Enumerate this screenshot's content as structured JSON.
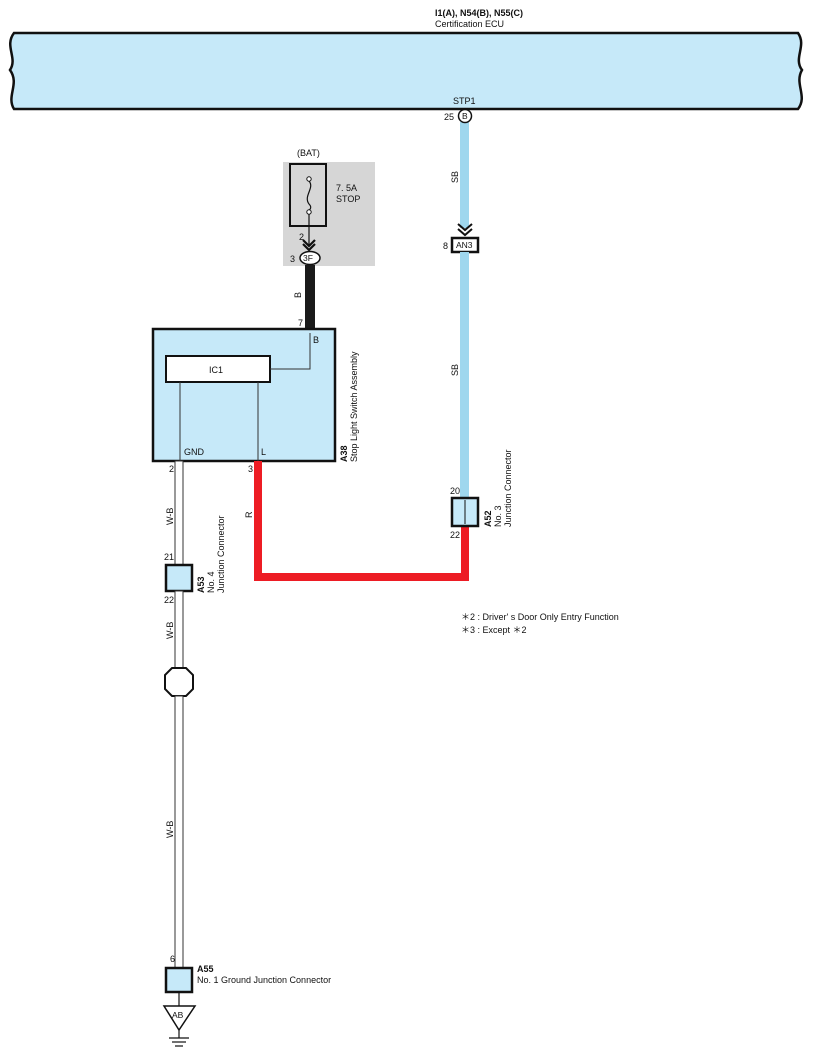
{
  "ecu": {
    "title": "I1(A), N54(B), N55(C)",
    "name": "Certification ECU",
    "terminal_name": "STP1",
    "pin_number": "25",
    "connector_letter": "B"
  },
  "fuse": {
    "power_source": "(BAT)",
    "rating": "7. 5A",
    "name": "STOP",
    "pin_in": "2",
    "pin_out": "3",
    "junction_label": "3F"
  },
  "stop_light_switch": {
    "code": "A38",
    "name": "Stop Light Switch Assembly",
    "ic_label": "IC1",
    "terminal_b": "B",
    "terminal_gnd": "GND",
    "terminal_l": "L",
    "pin_b": "7",
    "pin_gnd": "2",
    "pin_l": "3"
  },
  "connector_an3": {
    "label": "AN3",
    "pin": "8"
  },
  "junction_a52": {
    "code": "A52",
    "name_line1": "No. 3",
    "name_line2": "Junction Connector",
    "pin_top": "20",
    "pin_bottom": "22"
  },
  "junction_a53": {
    "code": "A53",
    "name_line1": "No. 4",
    "name_line2": "Junction Connector",
    "pin_top": "21",
    "pin_bottom": "22"
  },
  "junction_a55": {
    "code": "A55",
    "name": "No. 1 Ground Junction Connector",
    "pin": "6"
  },
  "ground_point": {
    "label": "AB"
  },
  "wires": {
    "fuse_to_switch": "B",
    "ecu_to_an3": "SB",
    "an3_to_a52": "SB",
    "switch_l_to_a52": "R",
    "gnd_to_a53": "W-B",
    "a53_to_splice": "W-B",
    "splice_to_a55": "W-B"
  },
  "wire_colors": {
    "sky_blue": "#9fd7ee",
    "red": "#ed1c24",
    "black": "#1a1a1a",
    "white_wire_outline": "#333333"
  },
  "component_fill": "#c6e9f9",
  "fuse_box_fill": "#d6d6d6",
  "notes": [
    "＊2 : Driver' s Door Only Entry Function",
    "＊3 : Except ＊2"
  ]
}
